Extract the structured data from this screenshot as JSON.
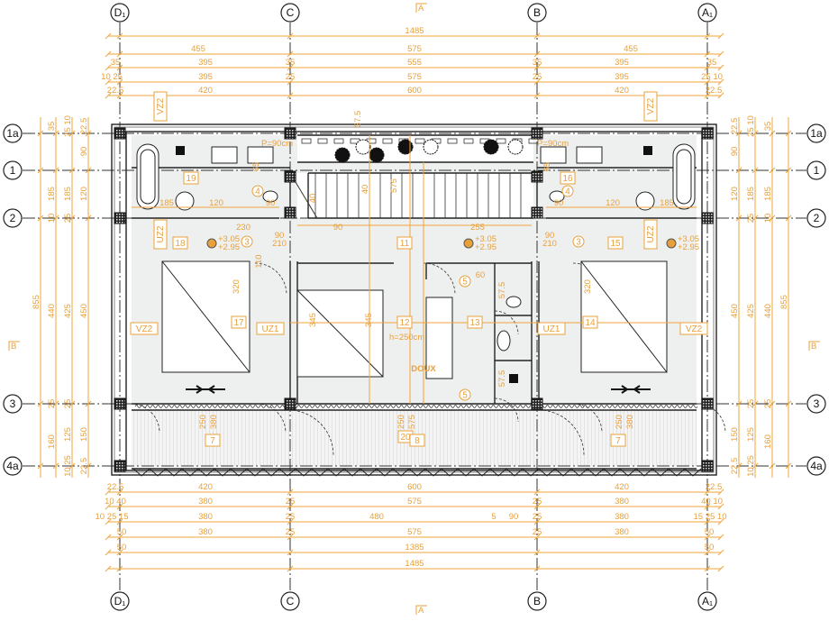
{
  "grid": {
    "columns": [
      "D₁",
      "C",
      "B",
      "A₁"
    ],
    "rows": [
      "1a",
      "1",
      "2",
      "3",
      "4a"
    ],
    "section_markers": {
      "top": "A",
      "bottom": "A",
      "left": "B",
      "right": "B"
    }
  },
  "dims_top": [
    [
      "1485"
    ],
    [
      "455",
      "575",
      "455"
    ],
    [
      "35",
      "395",
      "35",
      "555",
      "35",
      "395",
      "35"
    ],
    [
      "10 25",
      "395",
      "25",
      "575",
      "25",
      "395",
      "25 10"
    ],
    [
      "22.5",
      "420",
      "600",
      "420",
      "22.5"
    ]
  ],
  "dims_bottom": [
    [
      "22.5",
      "420",
      "600",
      "420",
      "22.5"
    ],
    [
      "10 40",
      "380",
      "25",
      "575",
      "25",
      "380",
      "40 10"
    ],
    [
      "10 25 15",
      "380",
      "25",
      "480",
      "5",
      "90",
      "25",
      "380",
      "15 25 10"
    ],
    [
      "50",
      "380",
      "25",
      "575",
      "25",
      "380",
      "50"
    ],
    [
      "50",
      "1385",
      "50"
    ],
    [
      "1485"
    ]
  ],
  "dims_left": [
    [
      "855"
    ],
    [
      "35",
      "185",
      "10",
      "440",
      "25",
      "160"
    ],
    [
      "25 10",
      "185",
      "25",
      "425",
      "25",
      "125",
      "10 25"
    ],
    [
      "22.5",
      "90",
      "120",
      "450",
      "150",
      "22.5"
    ]
  ],
  "dims_right": [
    [
      "22.5",
      "90",
      "120",
      "450",
      "150",
      "22.5"
    ],
    [
      "25 10",
      "185",
      "25",
      "425",
      "25",
      "125",
      "10 25"
    ],
    [
      "35",
      "185",
      "10",
      "440",
      "25",
      "160"
    ],
    [
      "855"
    ]
  ],
  "rooms": [
    "19",
    "18",
    "11",
    "12",
    "13",
    "16",
    "15",
    "17",
    "14",
    "20",
    "7",
    "8",
    "7"
  ],
  "wall_tags": [
    "VZ2",
    "UZ2",
    "VZ2",
    "UZ1",
    "UZ1",
    "VZ2",
    "UZ2",
    "VZ2"
  ],
  "door_tags": [
    "4",
    "3",
    "3",
    "4",
    "5",
    "5"
  ],
  "notes": {
    "parapet_left": "P=90cm",
    "parapet_right": "P=90cm",
    "ceiling_height": "h=250cm",
    "level_top": "+3.05",
    "level_bottom": "+2.95"
  },
  "interior_dims": [
    "185",
    "120",
    "90",
    "90",
    "120",
    "185",
    "65",
    "65",
    "230",
    "90",
    "255",
    "90",
    "210",
    "90",
    "210",
    "110",
    "345",
    "345",
    "320",
    "320",
    "575",
    "250",
    "380",
    "250",
    "575",
    "250",
    "380",
    "60",
    "57.5",
    "57.5",
    "37.5",
    "40",
    "40"
  ],
  "watermark": "DOUX"
}
